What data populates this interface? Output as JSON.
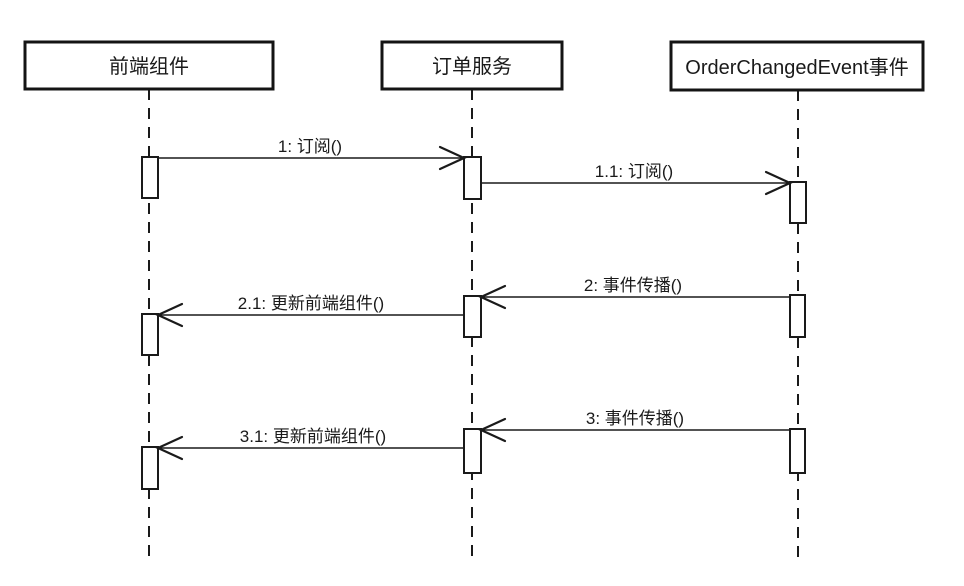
{
  "diagram": {
    "type": "uml-sequence-diagram",
    "background_color": "#ffffff",
    "line_color": "#1a1a1a",
    "participants": [
      {
        "name": "前端组件"
      },
      {
        "name": "订单服务"
      },
      {
        "name": "OrderChangedEvent事件"
      }
    ],
    "messages": [
      {
        "label": "1: 订阅()",
        "from": "前端组件",
        "to": "订单服务",
        "direction": "right"
      },
      {
        "label": "1.1: 订阅()",
        "from": "订单服务",
        "to": "OrderChangedEvent事件",
        "direction": "right"
      },
      {
        "label": "2: 事件传播()",
        "from": "OrderChangedEvent事件",
        "to": "订单服务",
        "direction": "left"
      },
      {
        "label": "2.1: 更新前端组件()",
        "from": "订单服务",
        "to": "前端组件",
        "direction": "left"
      },
      {
        "label": "3: 事件传播()",
        "from": "OrderChangedEvent事件",
        "to": "订单服务",
        "direction": "left"
      },
      {
        "label": "3.1: 更新前端组件()",
        "from": "订单服务",
        "to": "前端组件",
        "direction": "left"
      }
    ]
  }
}
